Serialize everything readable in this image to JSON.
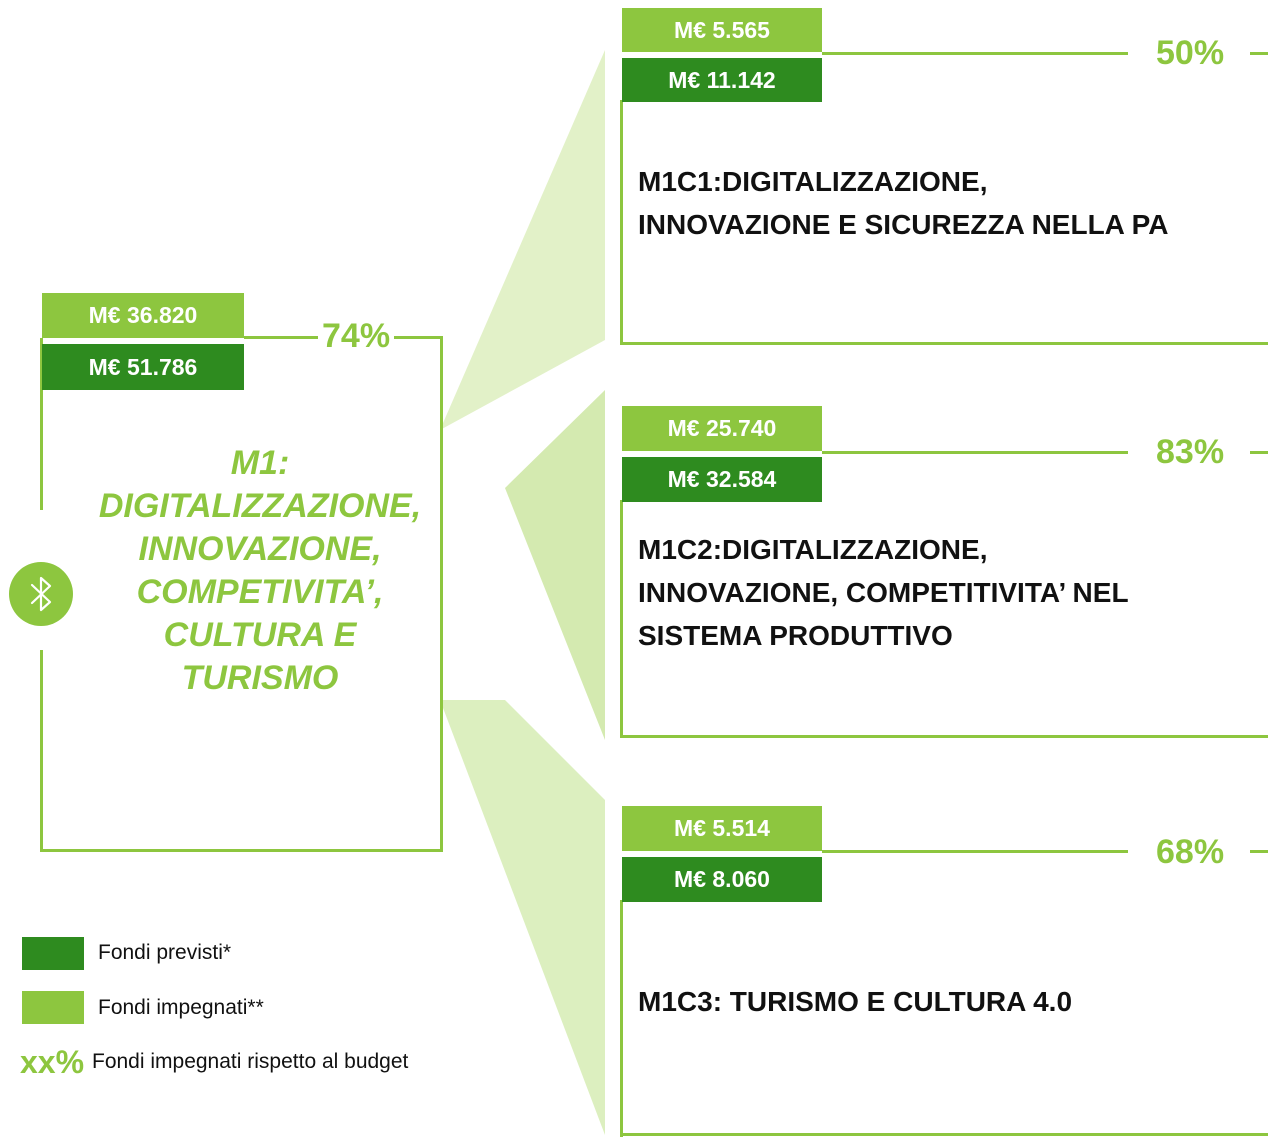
{
  "colors": {
    "light_green": "#8dc63f",
    "dark_green": "#2e8b1f",
    "fan_green": "#d8ecb5"
  },
  "mission": {
    "committed": "M€ 36.820",
    "planned": "M€ 51.786",
    "percent": "74%",
    "title_lines": [
      "M1:",
      "DIGITALIZZAZIONE,",
      "INNOVAZIONE,",
      "COMPETIVITA’,",
      "CULTURA E",
      "TURISMO"
    ],
    "icon": "bluetooth-icon"
  },
  "components": [
    {
      "committed": "M€ 5.565",
      "planned": "M€ 11.142",
      "percent": "50%",
      "title_lines": [
        "M1C1:DIGITALIZZAZIONE,",
        "INNOVAZIONE E SICUREZZA NELLA PA"
      ]
    },
    {
      "committed": "M€ 25.740",
      "planned": "M€ 32.584",
      "percent": "83%",
      "title_lines": [
        "M1C2:DIGITALIZZAZIONE,",
        "INNOVAZIONE, COMPETITIVITA’ NEL",
        "SISTEMA PRODUTTIVO"
      ]
    },
    {
      "committed": "M€ 5.514",
      "planned": "M€ 8.060",
      "percent": "68%",
      "title_lines": [
        "M1C3: TURISMO E CULTURA 4.0"
      ]
    }
  ],
  "legend": {
    "planned_label": "Fondi previsti*",
    "committed_label": "Fondi impegnati**",
    "percent_symbol": "xx%",
    "percent_label": "Fondi impegnati rispetto al budget"
  }
}
